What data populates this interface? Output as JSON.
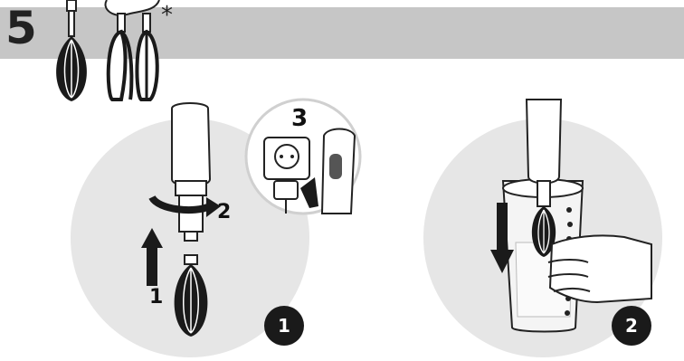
{
  "header": {
    "step_number": "5",
    "asterisk": "*"
  },
  "panel1": {
    "step_labels": [
      "1",
      "2",
      "3"
    ],
    "badge": "1"
  },
  "panel2": {
    "badge": "2"
  },
  "icons": [
    "balloon-whisk-icon",
    "double-whisk-icon",
    "hand-blender-icon",
    "wall-socket-icon",
    "plug-icon",
    "rotate-arrow-icon",
    "up-arrow-icon",
    "down-arrow-icon",
    "measuring-beaker-icon",
    "hand-icon"
  ],
  "colors": {
    "header_band": "#c6c6c6",
    "circle_fill": "#e6e6e6",
    "badge": "#1a1a1a",
    "ink": "#1a1a1a"
  }
}
